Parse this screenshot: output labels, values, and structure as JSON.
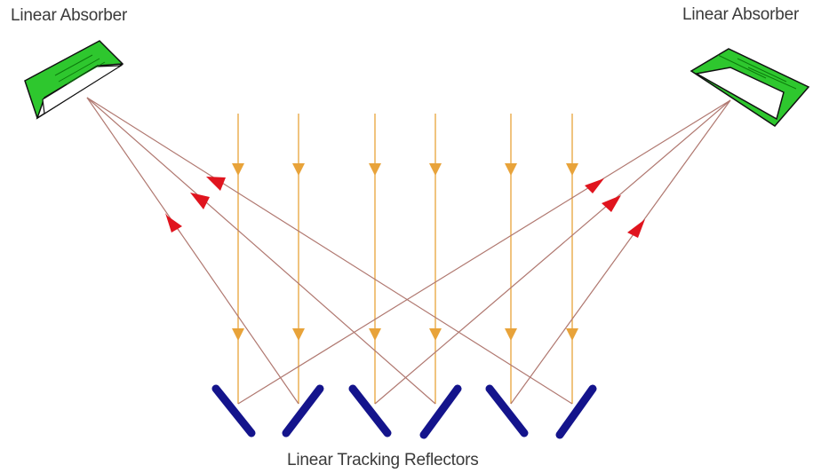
{
  "labels": {
    "left_absorber": "Linear Absorber",
    "right_absorber": "Linear Absorber",
    "reflectors": "Linear Tracking Reflectors"
  },
  "colors": {
    "incoming_ray": "#e8a33a",
    "reflected_ray": "#b07870",
    "reflected_arrow": "#e0141e",
    "reflector": "#14148c",
    "absorber_green": "#2ec72e",
    "absorber_body": "#ffffff",
    "outline": "#111111",
    "label_text": "#3a3a3a"
  },
  "diagram": {
    "incoming_ray_count": 6,
    "reflector_count": 6,
    "absorber_count": 2,
    "reflected_ray_count": 6
  }
}
